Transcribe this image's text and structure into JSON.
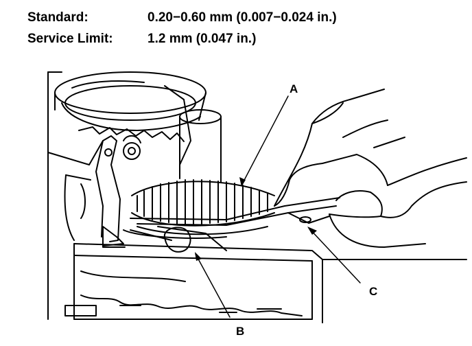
{
  "specs": {
    "standard": {
      "label": "Standard:",
      "value": "0.20−0.60 mm (0.007−0.024 in.)"
    },
    "service_limit": {
      "label": "Service Limit:",
      "value": "1.2 mm (0.047 in.)"
    }
  },
  "callouts": {
    "a": "A",
    "b": "B",
    "c": "C"
  }
}
